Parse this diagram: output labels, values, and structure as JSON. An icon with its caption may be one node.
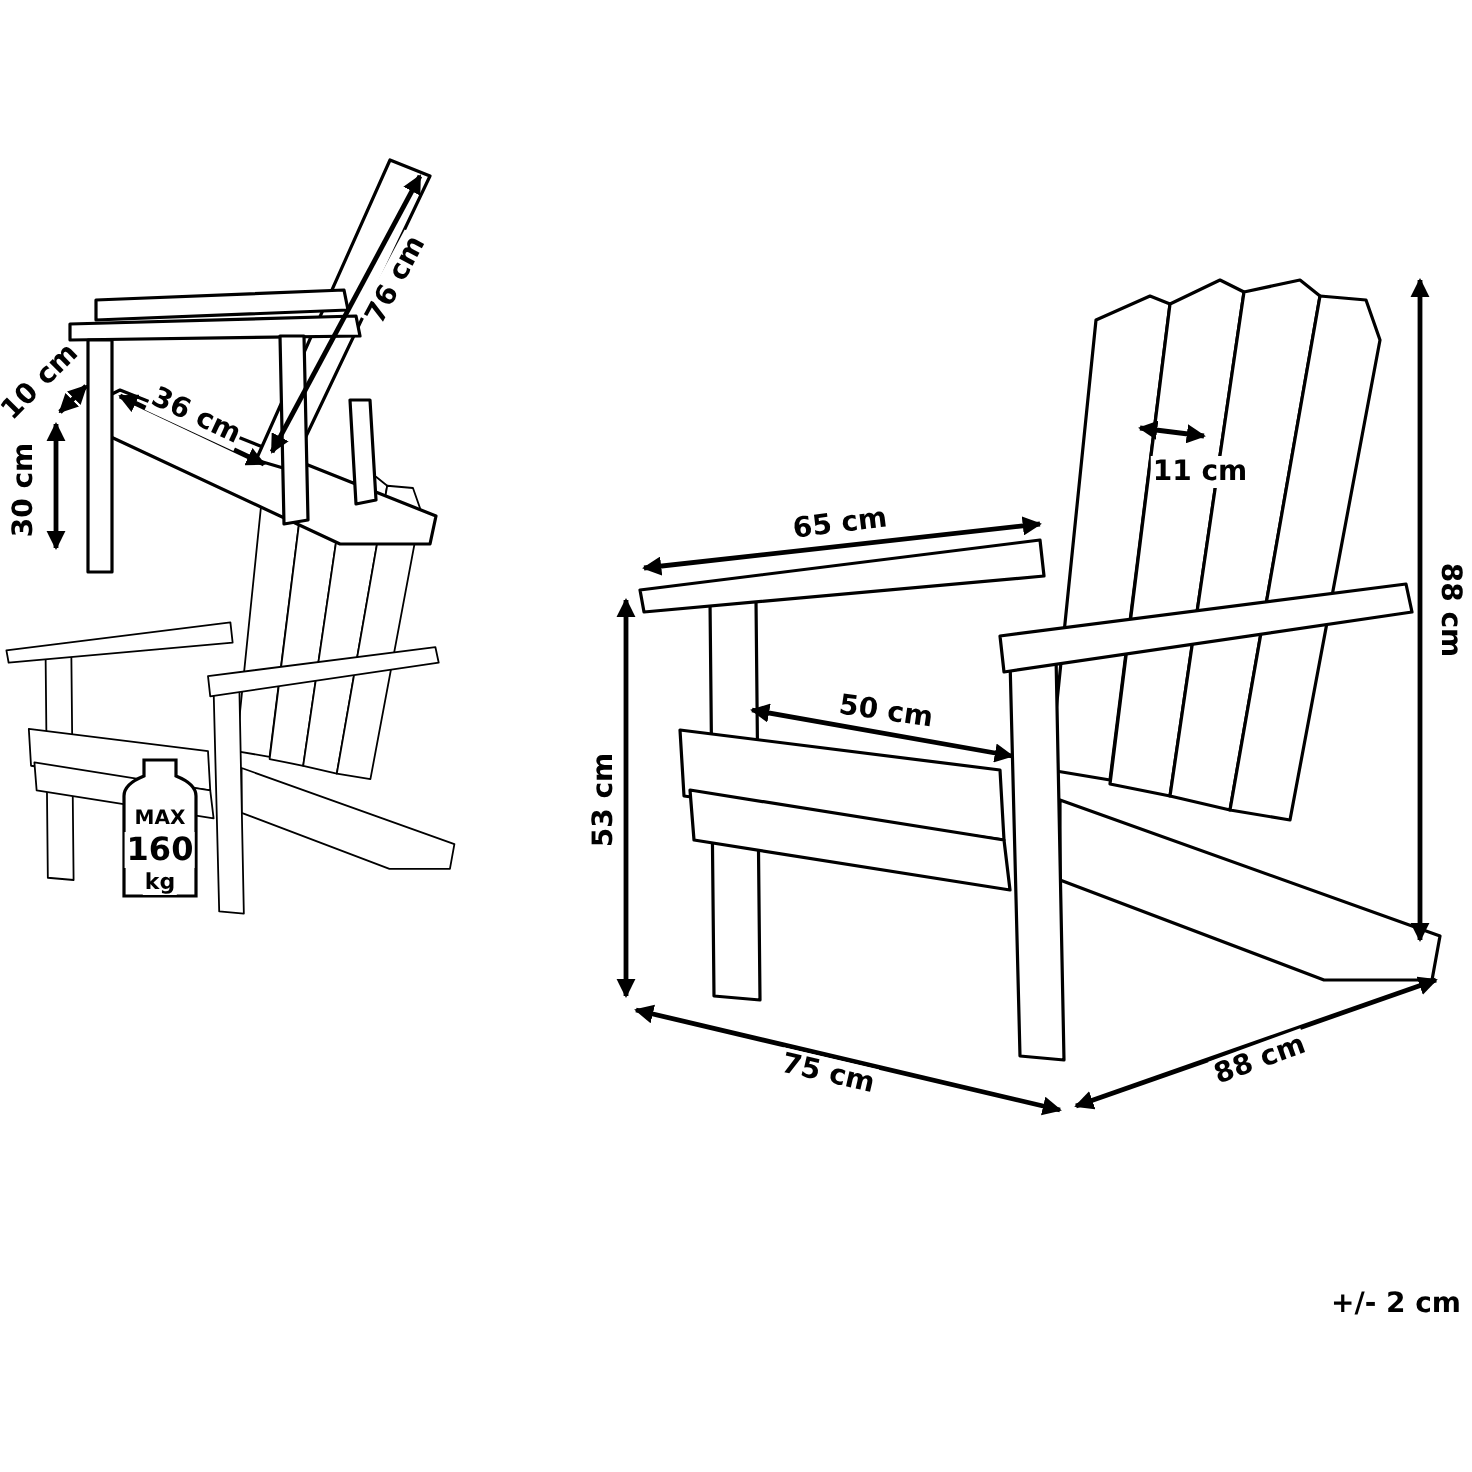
{
  "diagram": {
    "labels": [
      "76 cm",
      "10 cm",
      "36 cm",
      "30 cm",
      "11 cm",
      "65 cm",
      "88 cm",
      "50 cm",
      "53 cm",
      "MAX",
      "160",
      "kg",
      "75 cm",
      "88 cm",
      "+/- 2 cm"
    ]
  }
}
